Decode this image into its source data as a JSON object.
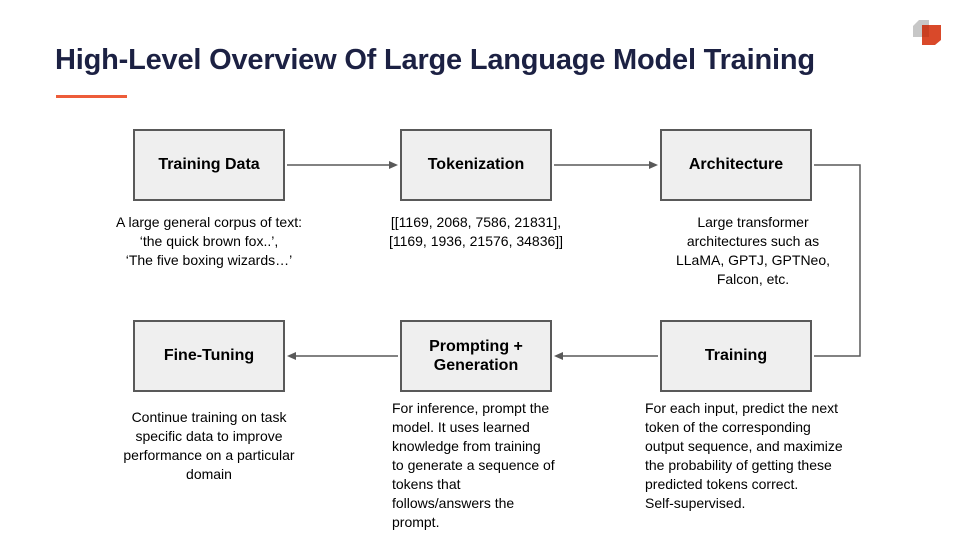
{
  "slide": {
    "title": "High-Level Overview Of Large Language Model Training"
  },
  "colors": {
    "title_text": "#1c2143",
    "accent_underline": "#ed5c39",
    "box_fill": "#efefef",
    "box_border": "#595959",
    "connector": "#595959",
    "logo_gray": "#c7c7c7",
    "logo_orange": "#d9492a"
  },
  "diagram": {
    "nodes": [
      {
        "label": "Training Data",
        "description": "A large general corpus of text:\n‘the quick brown fox..’,\n‘The five boxing wizards…’"
      },
      {
        "label": "Tokenization",
        "description": "[[1169, 2068, 7586, 21831],\n[1169, 1936, 21576, 34836]]"
      },
      {
        "label": "Architecture",
        "description": "Large transformer\narchitectures such as\nLLaMA, GPTJ, GPTNeo,\nFalcon, etc."
      },
      {
        "label": "Fine-Tuning",
        "description": "Continue training on task\nspecific data to improve\nperformance on a particular\ndomain"
      },
      {
        "label": "Prompting + Generation",
        "description": "For inference, prompt the\nmodel. It uses learned\nknowledge from training\nto generate a sequence of\ntokens that\nfollows/answers the\nprompt."
      },
      {
        "label": "Training",
        "description": "For each input, predict the next\ntoken of the corresponding\noutput sequence, and maximize\nthe probability of getting these\npredicted tokens correct.\nSelf-supervised."
      }
    ]
  }
}
